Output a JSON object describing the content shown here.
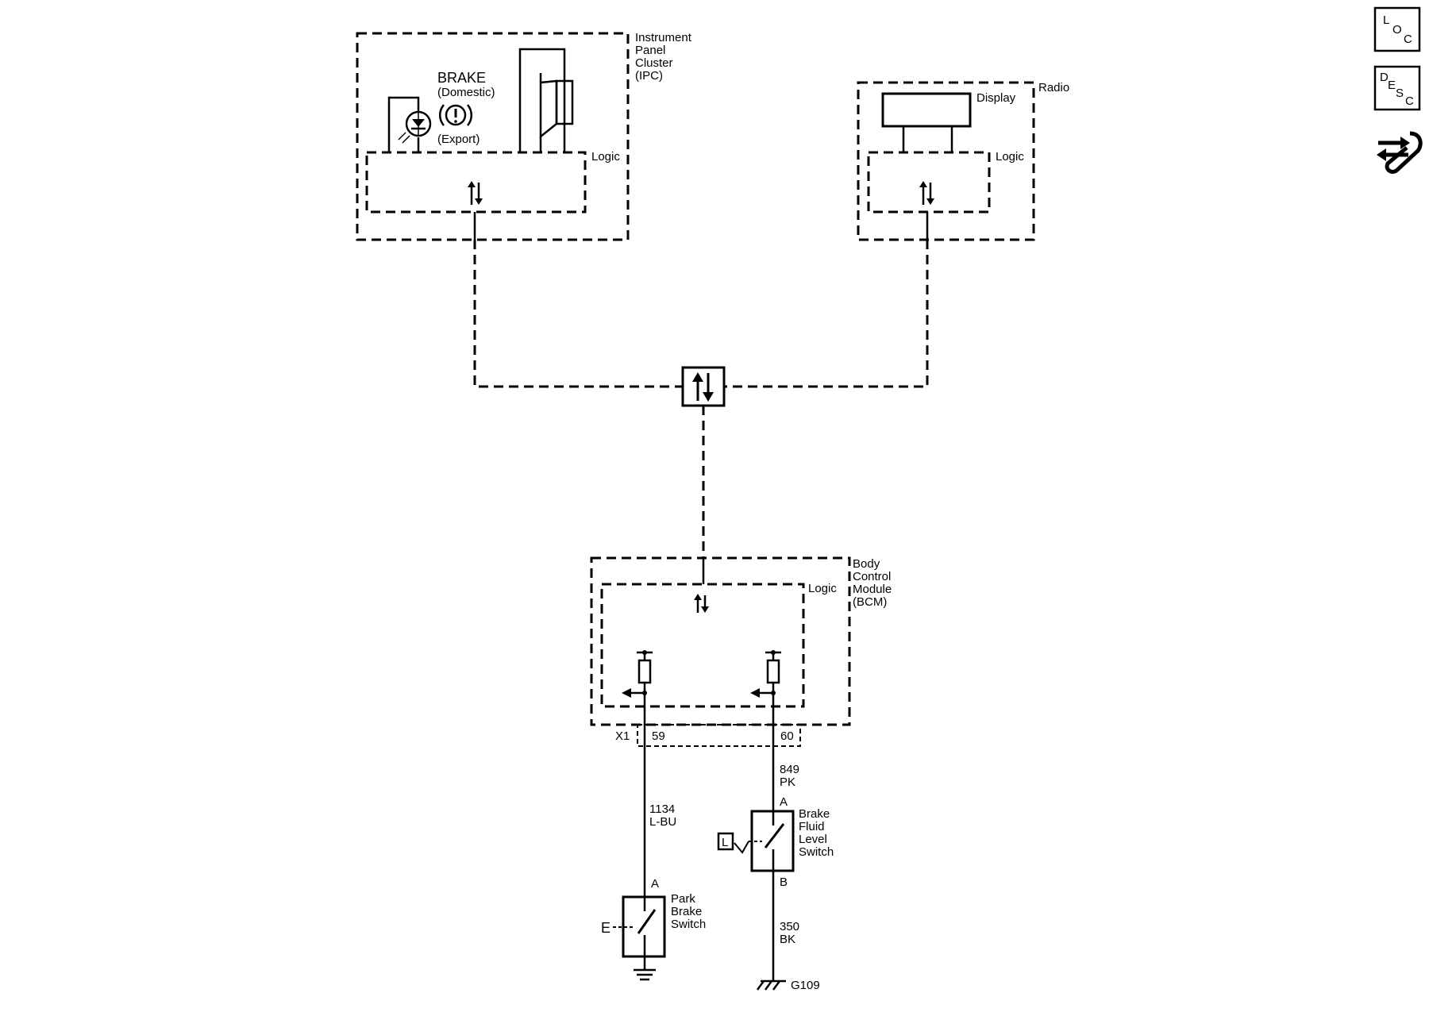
{
  "ipc": {
    "name_lines": [
      "Instrument",
      "Panel",
      "Cluster",
      "(IPC)"
    ],
    "logic": "Logic",
    "brake": "BRAKE",
    "domestic": "(Domestic)",
    "export": "(Export)"
  },
  "radio": {
    "name": "Radio",
    "display": "Display",
    "logic": "Logic"
  },
  "bcm": {
    "name_lines": [
      "Body",
      "Control",
      "Module",
      "(BCM)"
    ],
    "logic": "Logic",
    "connector": "X1",
    "pin_59": "59",
    "pin_60": "60"
  },
  "wires": {
    "park_circuit": "1134",
    "park_color": "L-BU",
    "fluid_circuit": "849",
    "fluid_color": "PK",
    "ground_circuit": "350",
    "ground_color": "BK"
  },
  "park_switch": {
    "terminal": "A",
    "name_lines": [
      "Park",
      "Brake",
      "Switch"
    ],
    "icon_letter": "E"
  },
  "fluid_switch": {
    "terminal_a": "A",
    "terminal_b": "B",
    "name_lines": [
      "Brake",
      "Fluid",
      "Level",
      "Switch"
    ],
    "icon_letter": "L"
  },
  "ground": {
    "name": "G109"
  },
  "side_buttons": {
    "loc": [
      "L",
      "O",
      "C"
    ],
    "desc": [
      "D",
      "E",
      "S",
      "C"
    ]
  }
}
